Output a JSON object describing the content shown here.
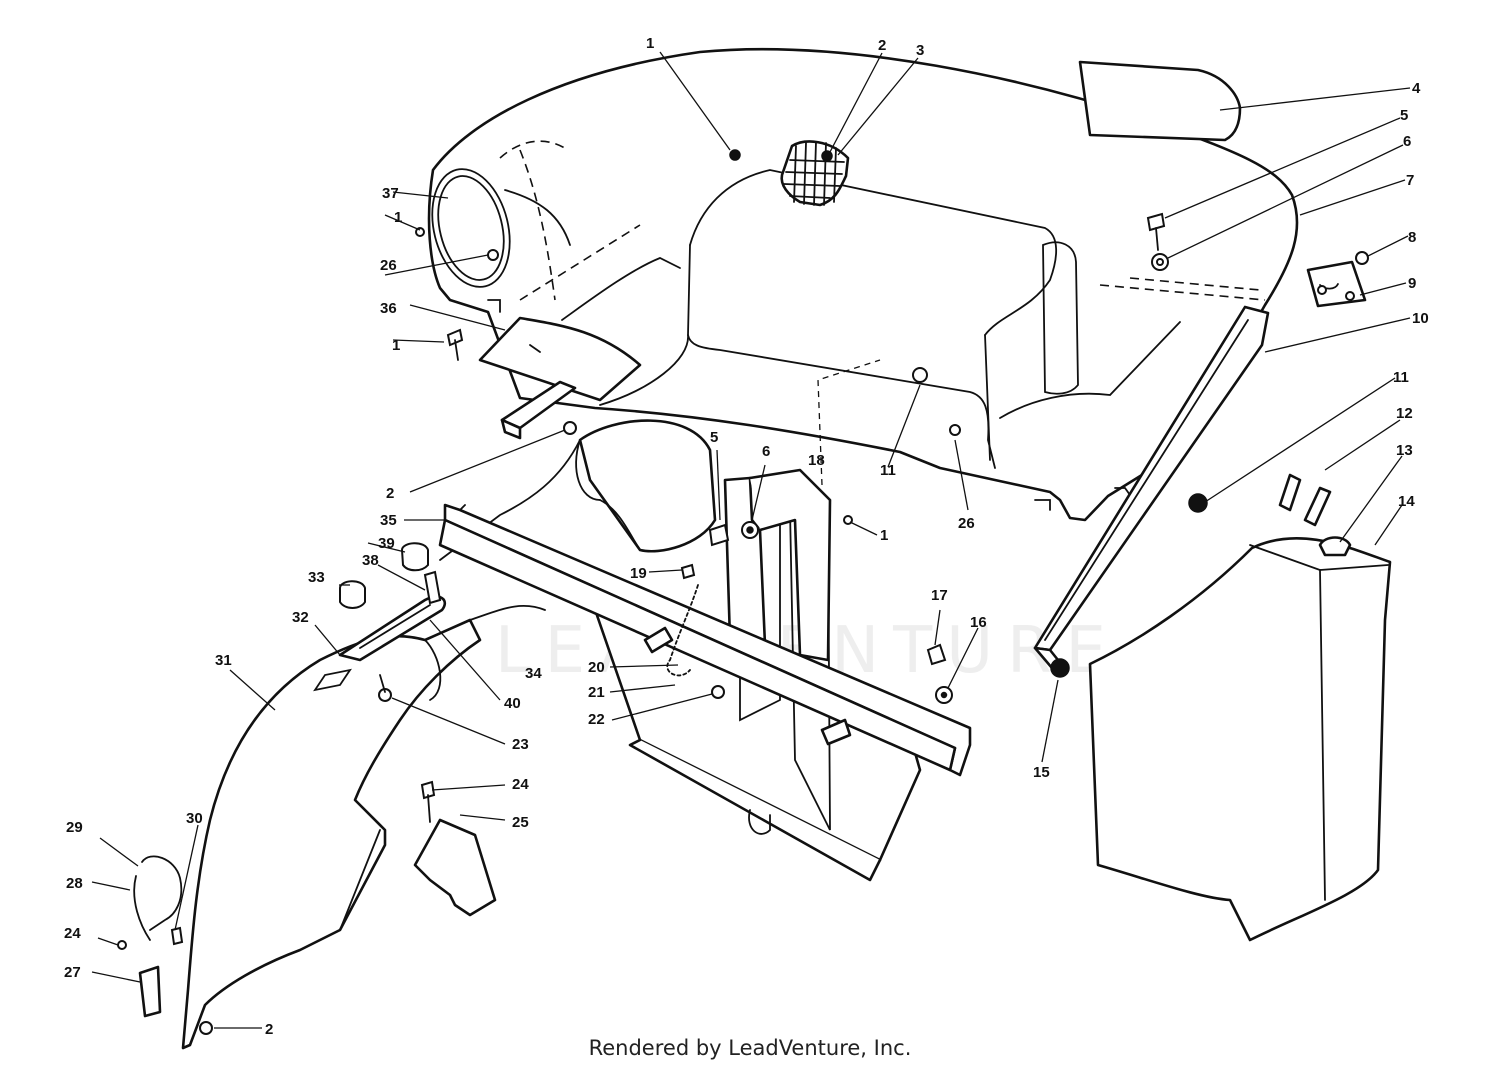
{
  "watermark": "LEADVENTURE",
  "credit": "Rendered by LeadVenture, Inc.",
  "callouts": [
    "1",
    "2",
    "3",
    "4",
    "5",
    "6",
    "7",
    "8",
    "9",
    "10",
    "11",
    "12",
    "13",
    "14",
    "15",
    "16",
    "17",
    "18",
    "19",
    "20",
    "21",
    "22",
    "23",
    "24",
    "25",
    "26",
    "27",
    "28",
    "29",
    "30",
    "31",
    "32",
    "33",
    "34",
    "35",
    "36",
    "37",
    "38",
    "39",
    "40"
  ]
}
